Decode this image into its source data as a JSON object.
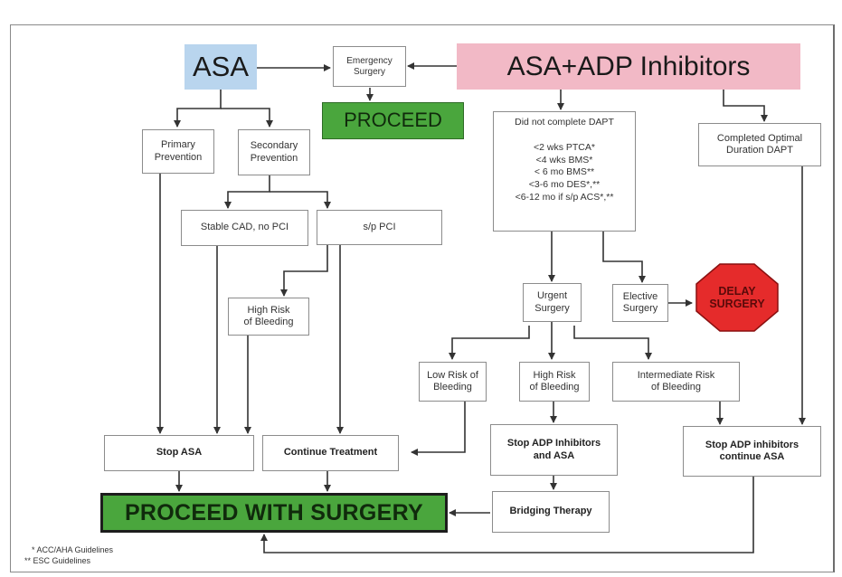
{
  "nodes": {
    "asa": "ASA",
    "asa_adp": "ASA+ADP Inhibitors",
    "emergency_surgery": "Emergency\nSurgery",
    "proceed": "PROCEED",
    "primary_prevention": "Primary\nPrevention",
    "secondary_prevention": "Secondary\nPrevention",
    "stable_cad": "Stable CAD, no PCI",
    "sp_pci": "s/p PCI",
    "high_risk_bleeding_left": "High Risk\nof Bleeding",
    "did_not_complete_dapt": "Did not complete DAPT\n\n<2 wks PTCA*\n<4 wks BMS*\n< 6 mo BMS**\n<3-6 mo DES*,**\n<6-12 mo if s/p ACS*,**",
    "completed_optimal": "Completed Optimal\nDuration DAPT",
    "urgent_surgery": "Urgent\nSurgery",
    "elective_surgery": "Elective\nSurgery",
    "delay_surgery": "DELAY\nSURGERY",
    "low_risk_bleeding": "Low Risk of\nBleeding",
    "high_risk_bleeding_mid": "High Risk\nof Bleeding",
    "intermediate_risk_bleeding": "Intermediate Risk\nof Bleeding",
    "stop_asa": "Stop ASA",
    "continue_treatment": "Continue Treatment",
    "stop_adp_and_asa": "Stop ADP Inhibitors\nand ASA",
    "stop_adp_continue_asa": "Stop ADP inhibitors\ncontinue ASA",
    "proceed_with_surgery": "PROCEED WITH SURGERY",
    "bridging_therapy": "Bridging Therapy"
  },
  "footnotes": {
    "acc_aha": "* ACC/AHA Guidelines",
    "esc": "** ESC Guidelines"
  },
  "colors": {
    "pink": "#f2b9c6",
    "blue": "#b9d5ee",
    "green": "#4aa63d",
    "stop_red": "#e52b2b",
    "arrow": "#333333"
  }
}
